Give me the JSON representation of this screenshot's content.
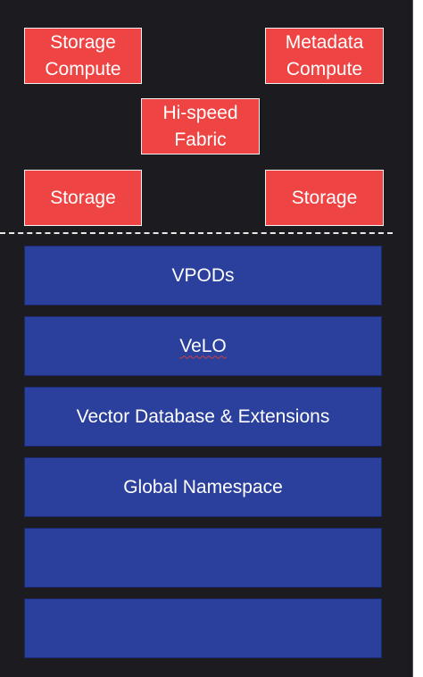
{
  "hardware": {
    "storage_compute": "Storage\nCompute",
    "metadata_compute": "Metadata\nCompute",
    "fabric": "Hi-speed\nFabric",
    "storage_left": "Storage",
    "storage_right": "Storage"
  },
  "software_stack": {
    "layers": [
      "VPODs",
      "VeLO",
      "Vector Database & Extensions",
      "Global Namespace",
      "",
      ""
    ]
  },
  "colors": {
    "background": "#1c1b1f",
    "hardware_box": "#ef4444",
    "software_layer": "#2b3f9c"
  }
}
